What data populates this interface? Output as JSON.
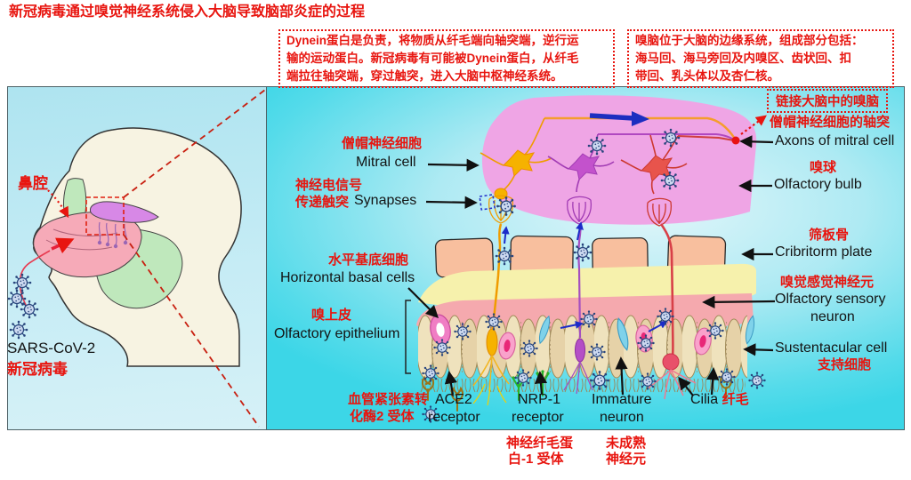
{
  "title": "新冠病毒通过嗅觉神经系统侵入大脑导致脑部炎症的过程",
  "callout_dynein": {
    "line1": "Dynein蛋白是负责，将物质从纤毛端向轴突端，逆行运",
    "line2": "输的运动蛋白。新冠病毒有可能被Dynein蛋白，从纤毛",
    "line3": "端拉往轴突端，穿过触突，进入大脑中枢神经系统。"
  },
  "callout_limbic": {
    "line1": "嗅脑位于大脑的边缘系统，组成部分包括：",
    "line2": "海马回、海马旁回及内嗅区、齿状回、扣",
    "line3": "带回、乳头体以及杏仁核。"
  },
  "left_panel": {
    "nasal_label": "鼻腔",
    "virus_en": "SARS-CoV-2",
    "virus_zh": "新冠病毒"
  },
  "labels": {
    "link_box": "链接大脑中的嗅脑",
    "mitral_zh": "僧帽神经细胞",
    "mitral_en": "Mitral cell",
    "synapse_zh1": "神经电信号",
    "synapse_zh2": "传递触突",
    "synapse_en": "Synapses",
    "hbc_zh": "水平基底细胞",
    "hbc_en": "Horizontal basal cells",
    "epi_zh": "嗅上皮",
    "epi_en": "Olfactory epithelium",
    "ace2_zh1": "血管紧张素转",
    "ace2_zh2": "化酶2 受体",
    "ace2_en1": "ACE2",
    "ace2_en2": "receptor",
    "nrp1_en1": "NRP-1",
    "nrp1_en2": "receptor",
    "nrp1_zh1": "神经纤毛蛋",
    "nrp1_zh2": "白-1 受体",
    "imm_en1": "Immature",
    "imm_en2": "neuron",
    "imm_zh1": "未成熟",
    "imm_zh2": "神经元",
    "cilia_en": "Cilia",
    "cilia_zh": "纤毛",
    "axon_zh": "僧帽神经细胞的轴突",
    "axon_en": "Axons of mitral cell",
    "bulb_zh": "嗅球",
    "bulb_en": "Olfactory bulb",
    "crib_zh": "筛板骨",
    "crib_en": "Cribritorm plate",
    "osn_zh": "嗅觉感觉神经元",
    "osn_en1": "Olfactory sensory",
    "osn_en2": "neuron",
    "sus_en": "Sustentacular cell",
    "sus_zh": "支持细胞"
  },
  "colors": {
    "accent_red": "#e8150f",
    "panel_cyan": "#3cd6e7",
    "bulb_pink": "#efa5e5",
    "plate_salmon": "#f8bf9e",
    "band_yellow": "#f6f1ac",
    "band_pink": "#f5a9ae",
    "virus_navy": "#27447c",
    "arrow_blue": "#1c2cc8",
    "mitral_orange": "#f6b200",
    "mitral_purple": "#c352cc",
    "mitral_red": "#e8544c"
  }
}
